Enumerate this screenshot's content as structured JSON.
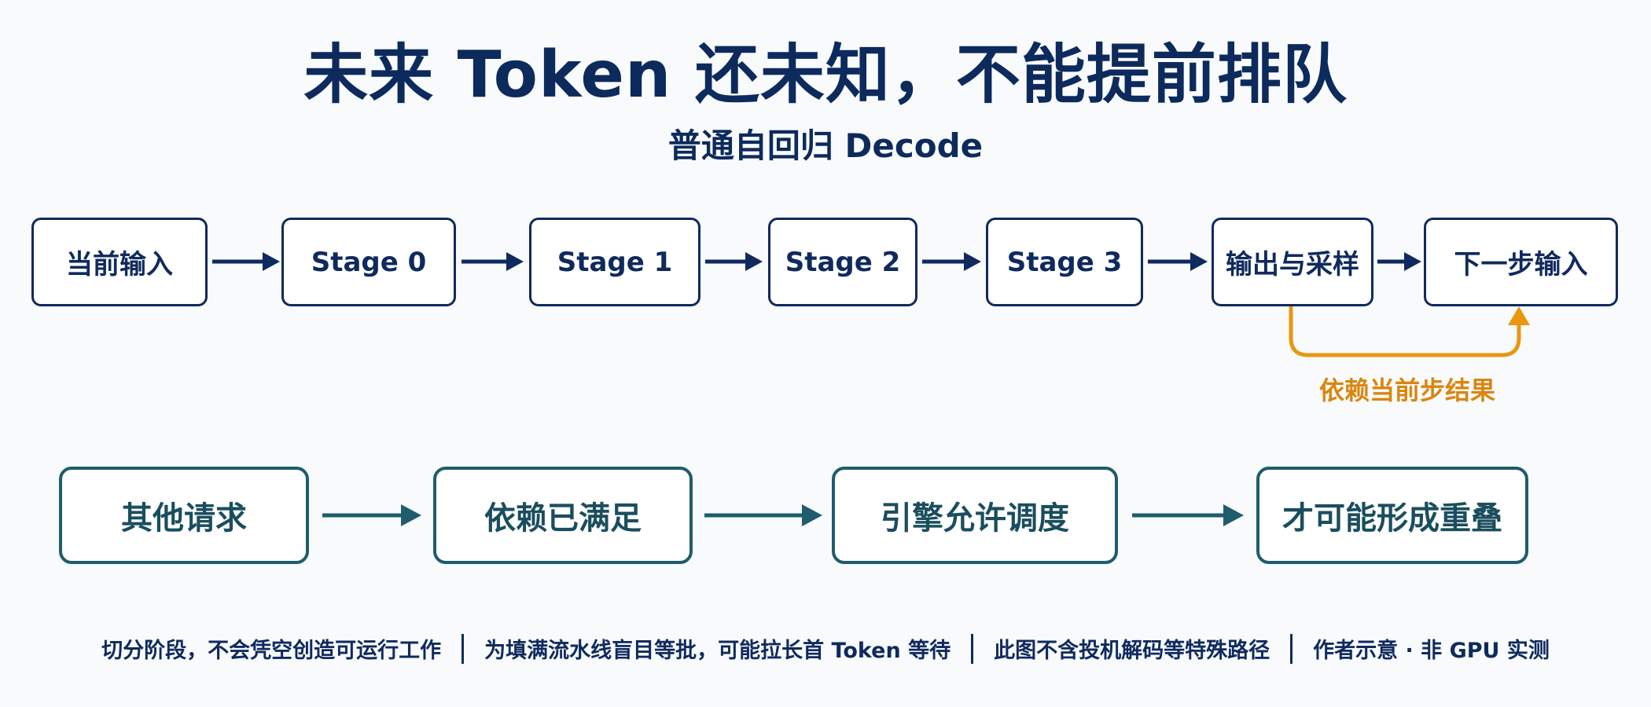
{
  "header": {
    "title": "未来 Token 还未知，不能提前排队",
    "subtitle": "普通自回归 Decode"
  },
  "pipeline": {
    "steps": [
      "当前输入",
      "Stage 0",
      "Stage 1",
      "Stage 2",
      "Stage 3",
      "输出与采样",
      "下一步输入"
    ],
    "dependency_label": "依赖当前步结果"
  },
  "overlap_flow": {
    "steps": [
      "其他请求",
      "依赖已满足",
      "引擎允许调度",
      "才可能形成重叠"
    ]
  },
  "footer": {
    "notes": [
      "切分阶段，不会凭空创造可运行工作",
      "为填满流水线盲目等批，可能拉长首 Token 等待",
      "此图不含投机解码等特殊路径",
      "作者示意 · 非 GPU 实测"
    ]
  },
  "colors": {
    "navy": "#0f2a5e",
    "teal": "#1f5c6c",
    "orange": "#e8970f",
    "background": "#f8fafc"
  }
}
